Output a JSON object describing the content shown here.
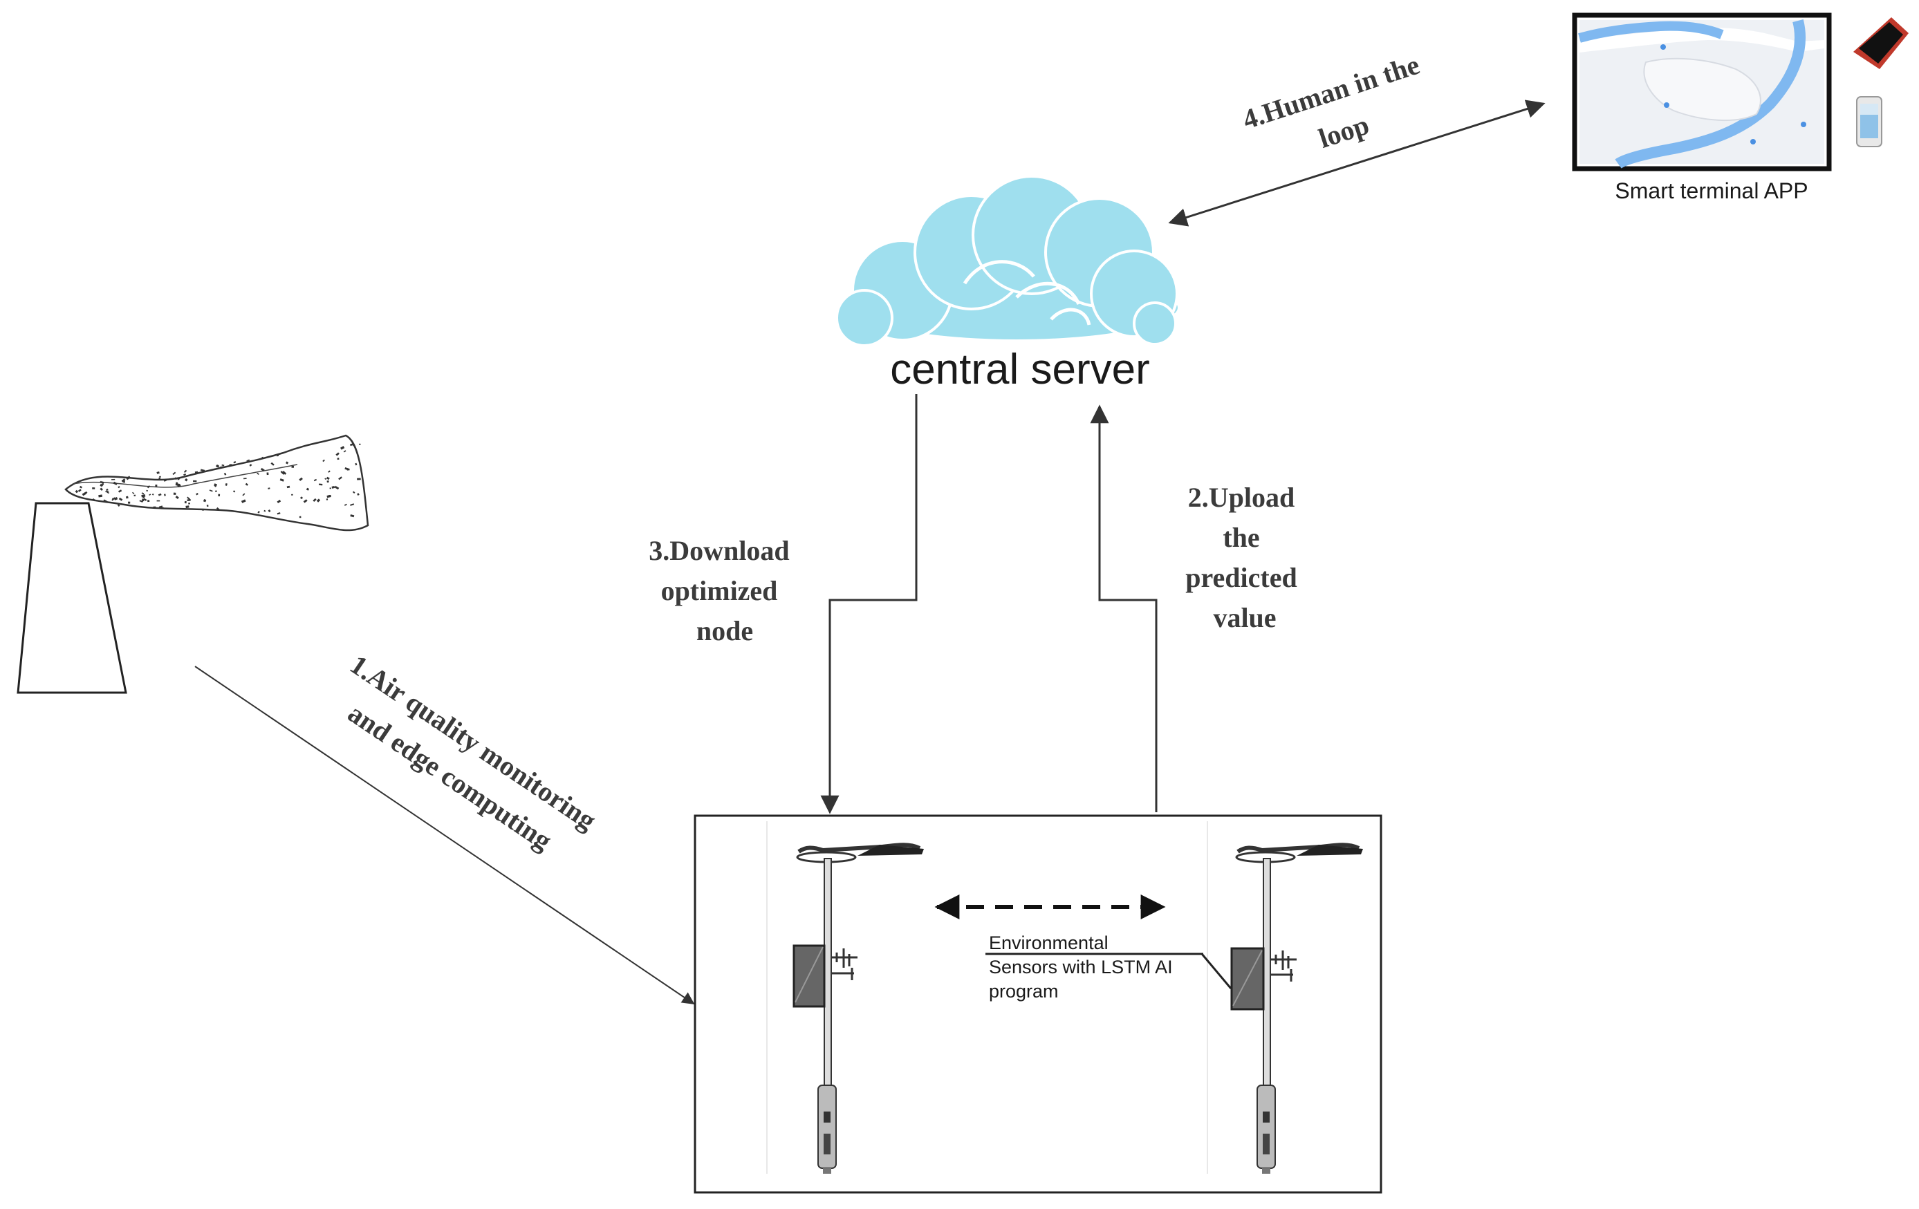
{
  "server": {
    "label": "central server"
  },
  "app": {
    "label": "Smart terminal APP"
  },
  "steps": {
    "step1_line1": "1.Air quality monitoring",
    "step1_line2": "and edge computing",
    "step2_line1": "2.Upload",
    "step2_line2": "the",
    "step2_line3": "predicted",
    "step2_line4": "value",
    "step3_line1": "3.Download",
    "step3_line2": "optimized",
    "step3_line3": "node",
    "step4_line1": "4.Human in the",
    "step4_line2": "loop"
  },
  "sensor": {
    "line1": "Environmental",
    "line2": "Sensors with  LSTM AI",
    "line3": "program"
  },
  "colors": {
    "cloud_fill": "#9fdfee",
    "cloud_stroke": "#ffffff",
    "line": "#333333",
    "map_water": "#7fb8f0",
    "map_land": "#eef1f5",
    "tablet_red": "#c0392b"
  }
}
